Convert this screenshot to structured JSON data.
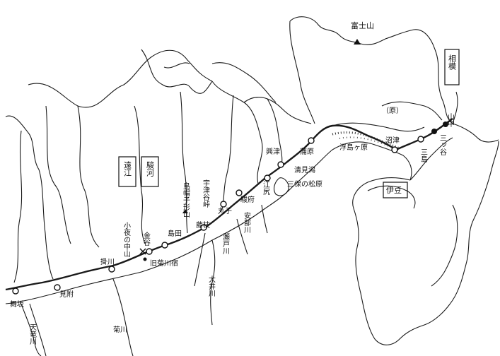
{
  "mountain": {
    "name": "富士山"
  },
  "provinces": [
    {
      "id": "sagami",
      "label": "相模"
    },
    {
      "id": "totomi",
      "label": "遠江"
    },
    {
      "id": "suruga",
      "label": "駿河"
    },
    {
      "id": "izu",
      "label": "伊豆"
    }
  ],
  "stations": [
    {
      "id": "maisaka",
      "label": "舞坂"
    },
    {
      "id": "mitsuke",
      "label": "見附"
    },
    {
      "id": "kakegawa",
      "label": "掛川"
    },
    {
      "id": "kanaya",
      "label": "金谷"
    },
    {
      "id": "shimada",
      "label": "島田"
    },
    {
      "id": "fujieda",
      "label": "藤枝"
    },
    {
      "id": "mariko",
      "label": "丸子"
    },
    {
      "id": "sunpu",
      "label": "駿府"
    },
    {
      "id": "ejiri",
      "label": "江尻"
    },
    {
      "id": "okitsu",
      "label": "興津"
    },
    {
      "id": "kambara",
      "label": "蒲原"
    },
    {
      "id": "numazu",
      "label": "沼津"
    },
    {
      "id": "mishima",
      "label": "三島"
    },
    {
      "id": "yamanaka",
      "label": "山中"
    },
    {
      "id": "mitani",
      "label": "三ッ谷"
    }
  ],
  "places": [
    {
      "id": "sayo-no-nakayama",
      "label": "小夜の中山"
    },
    {
      "id": "kyu-kikugawa",
      "label": "旧菊川宿"
    },
    {
      "id": "utsunoya",
      "label": "宇津谷峠"
    },
    {
      "id": "torigatayama",
      "label": "鳥帽子形山"
    },
    {
      "id": "kiyomigata",
      "label": "清見潟"
    },
    {
      "id": "miho",
      "label": "三保の松原"
    },
    {
      "id": "ukishimagahara",
      "label": "浮島ヶ原"
    },
    {
      "id": "haraotsu",
      "label": "（原）"
    }
  ],
  "rivers": [
    {
      "id": "tenryu",
      "label": "天竜川"
    },
    {
      "id": "kikugawa",
      "label": "菊川"
    },
    {
      "id": "oi",
      "label": "大井川"
    },
    {
      "id": "seto",
      "label": "瀬戸川"
    },
    {
      "id": "abe",
      "label": "安部川"
    }
  ]
}
